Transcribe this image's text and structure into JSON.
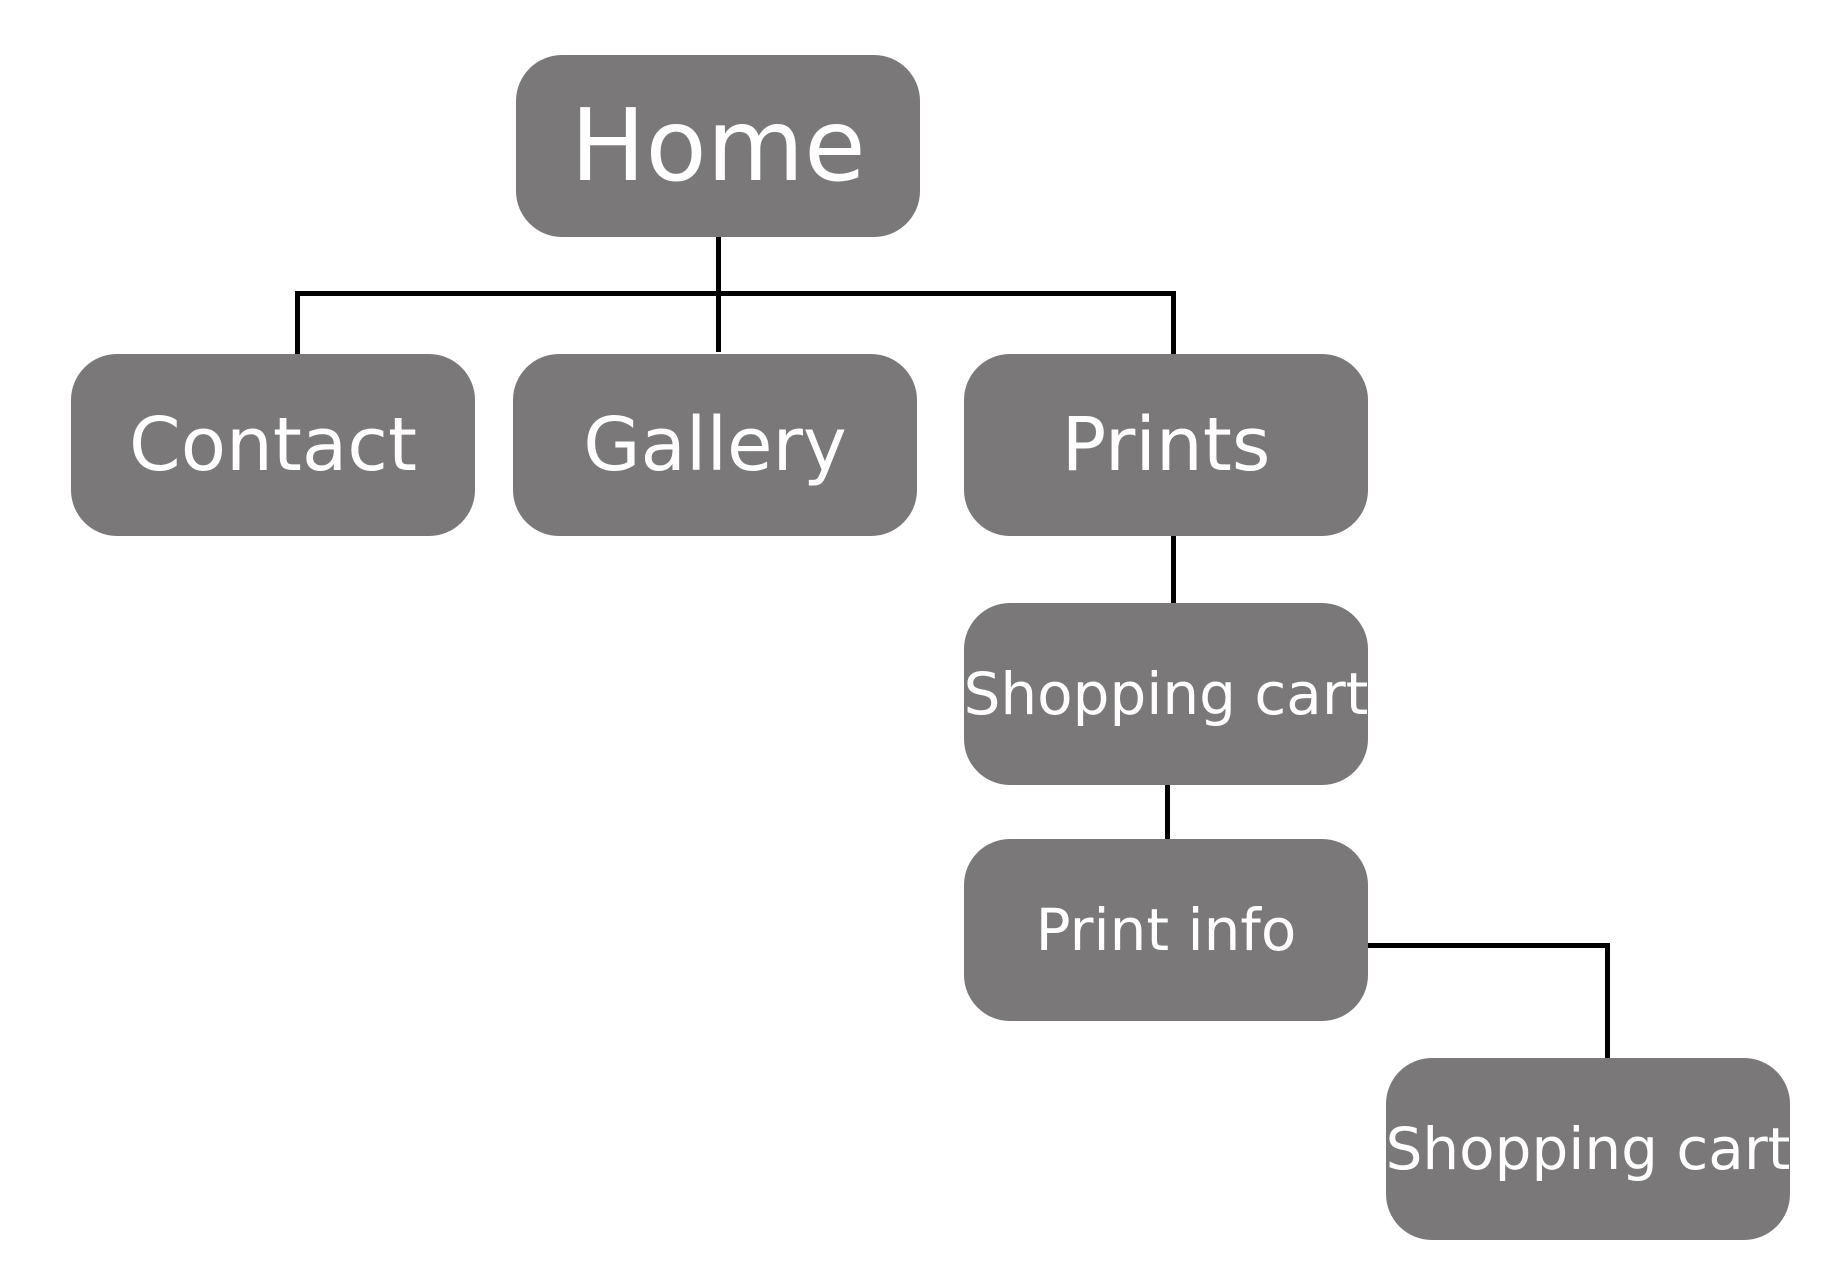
{
  "diagram": {
    "node_color": "#7a7879",
    "text_color": "#ffffff",
    "line_color": "#000000",
    "nodes": {
      "home": "Home",
      "contact": "Contact",
      "gallery": "Gallery",
      "prints": "Prints",
      "shopping_cart_1": "Shopping cart",
      "print_info": "Print info",
      "shopping_cart_2": "Shopping cart"
    }
  }
}
